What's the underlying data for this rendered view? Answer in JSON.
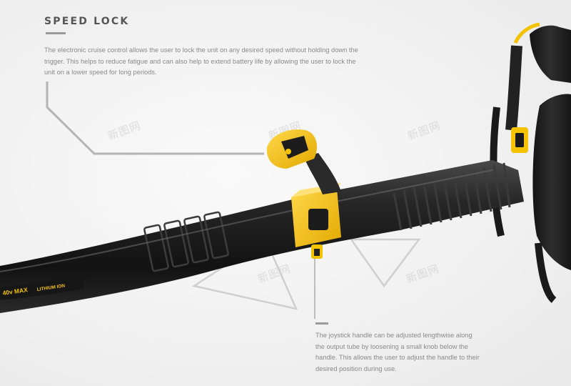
{
  "speed_lock": {
    "title": "SPEED LOCK",
    "description": "The electronic cruise control allows the user to lock the unit on any desired speed  without holding down the trigger.  This helps to reduce fatigue and can also help to extend battery life by allowing the user to lock the unit on a lower speed for long periods."
  },
  "joystick": {
    "description": "The joystick handle can be adjusted lengthwise along the output tube by loosening a small knob below the handle.  This allows the user to adjust the handle to their desired position during use."
  },
  "product_labels": {
    "battery_label": "40v MAX",
    "chemistry_label": "LITHIUM ION"
  },
  "watermark": "新图网",
  "colors": {
    "accent_yellow": "#f3c200",
    "body_black": "#1b1b1b",
    "background": "#f2f2f2",
    "text_gray": "#8a8a8a"
  }
}
